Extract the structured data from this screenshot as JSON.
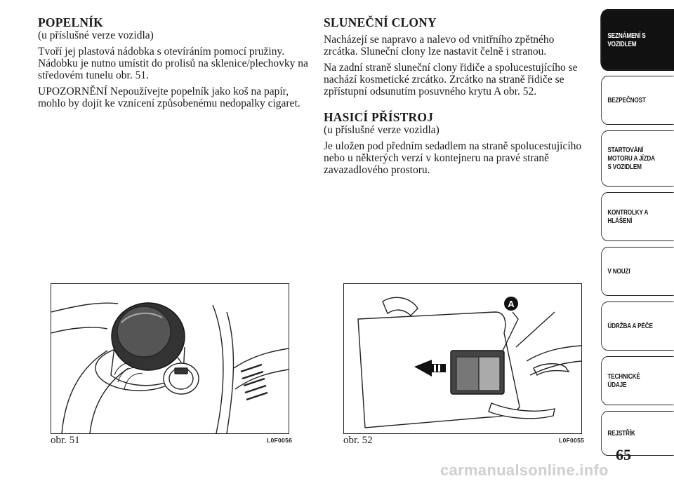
{
  "left_column": {
    "ashtray": {
      "title": "POPELNÍK",
      "subtitle": "(u příslušné verze vozidla)",
      "paragraph": "Tvoří jej plastová nádobka s otevíráním pomocí pružiny. Nádobku je nutno umístit do prolisů na sklenice/plechovky na středovém tunelu obr. 51.",
      "warning": "UPOZORNĚNÍ Nepoužívejte popelník jako koš na papír, mohlo by dojít ke vznícení způsobenému nedopalky cigaret."
    }
  },
  "right_column": {
    "sun_visors": {
      "title": "SLUNEČNÍ CLONY",
      "paragraph1": "Nacházejí se napravo a nalevo od vnitřního zpětného zrcátka. Sluneční clony lze nastavit čelně i stranou.",
      "paragraph2": "Na zadní straně sluneční clony řidiče a spolucestujícího se nachází kosmetické zrcátko. Zrcátko na straně řidiče se zpřístupní odsunutím posuvného krytu A obr. 52."
    },
    "extinguisher": {
      "title": "HASICÍ PŘÍSTROJ",
      "subtitle": "(u příslušné verze vozidla)",
      "paragraph": "Je uložen pod předním sedadlem na straně spolucestujícího nebo u některých verzí v kontejneru na pravé straně zavazadlového prostoru."
    }
  },
  "figures": [
    {
      "caption": "obr. 51",
      "code": "L0F0056"
    },
    {
      "caption": "obr. 52",
      "code": "L0F0055",
      "callout": "A"
    }
  ],
  "side_tabs": [
    {
      "label": "SEZNÁMENÍ S\nVOZIDLEM",
      "active": true
    },
    {
      "label": "BEZPEČNOST",
      "active": false
    },
    {
      "label": "STARTOVÁNÍ\nMOTORU A JÍZDA\nS VOZIDLEM",
      "active": false
    },
    {
      "label": "KONTROLKY A\nHLÁŠENÍ",
      "active": false
    },
    {
      "label": "V NOUZI",
      "active": false
    },
    {
      "label": "ÚDRŽBA A PÉČE",
      "active": false
    },
    {
      "label": "TECHNICKÉ\nÚDAJE",
      "active": false
    },
    {
      "label": "REJSTŘÍK",
      "active": false
    }
  ],
  "page_number": "65",
  "watermark": "carmanualsonline.info"
}
